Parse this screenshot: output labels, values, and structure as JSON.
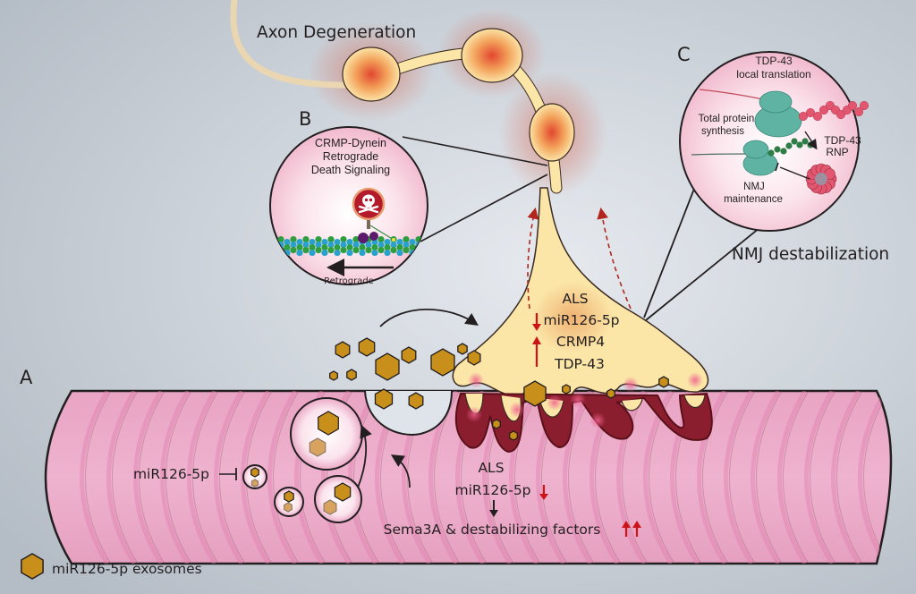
{
  "figure": {
    "panel_labels": {
      "a": "A",
      "b": "B",
      "c": "C"
    },
    "axon_degeneration": "Axon Degeneration",
    "nmj_destabilization": "NMJ destabilization",
    "panel_b": {
      "title_lines": [
        "CRMP-Dynein",
        "Retrograde",
        "Death Signaling"
      ],
      "arrow_label": "Retrograde",
      "icon": "skull-crossbones-icon"
    },
    "panel_c": {
      "title_lines": [
        "TDP-43",
        "local translation"
      ],
      "total_protein_lines": [
        "Total protein",
        "synthesis"
      ],
      "rnp_lines": [
        "TDP-43",
        "RNP"
      ],
      "nmj_lines": [
        "NMJ",
        "maintenance"
      ]
    },
    "terminal": {
      "condition": "ALS",
      "lines": [
        "miR126-5p",
        "CRMP4",
        "TDP-43"
      ],
      "changes": [
        "down",
        "up",
        "up"
      ]
    },
    "muscle": {
      "condition": "ALS",
      "mir_line": "miR126-5p",
      "mir_change": "down",
      "factors_line": "Sema3A & destabilizing factors",
      "factors_change": "up-up",
      "inhibition_label": "miR126-5p"
    },
    "legend": {
      "label": "miR126-5p exosomes",
      "symbol": "hexagon",
      "color": "#c8901a"
    },
    "colors": {
      "background": "#c3cad2",
      "muscle": "#eaacc9",
      "axon": "#fbe6a8",
      "endplate": "#8b1e2e",
      "exosome": "#c8901a",
      "arrow_red": "#cc1417",
      "inset_fill": "#f9d9e3"
    }
  }
}
